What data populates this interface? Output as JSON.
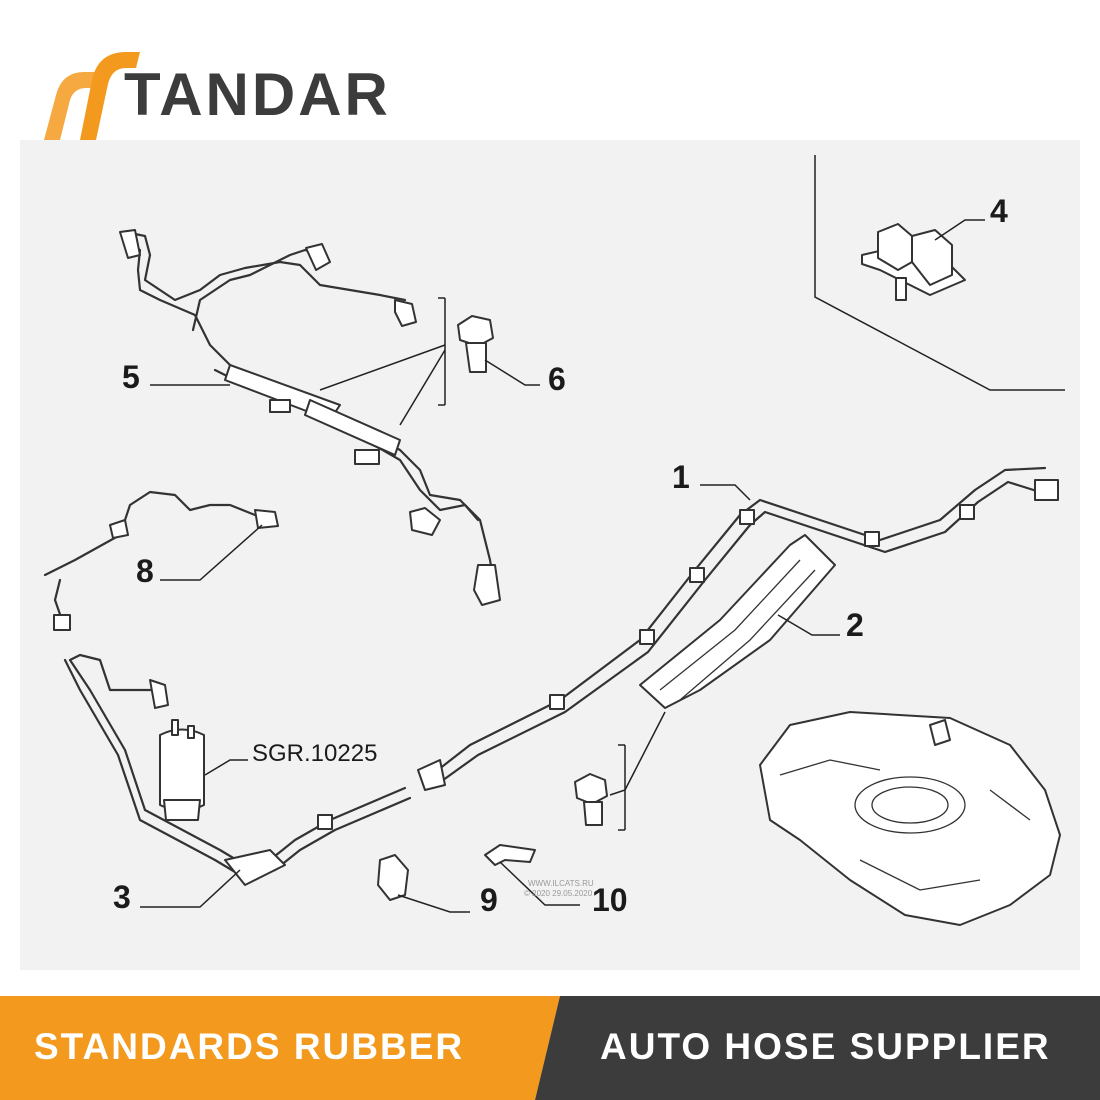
{
  "brand": {
    "name": "TANDAR",
    "logo_colors": {
      "accent": "#f39a1e",
      "dark": "#3c3c3c"
    }
  },
  "diagram": {
    "callouts": {
      "c1": "1",
      "c2": "2",
      "c3": "3",
      "c4": "4",
      "c5": "5",
      "c6": "6",
      "c8": "8",
      "c9": "9",
      "c10": "10"
    },
    "part_code": "SGR.10225",
    "watermark_line1": "WWW.ILCATS.RU",
    "watermark_line2": "© 2020 29.05.2020"
  },
  "banner": {
    "left_text": "STANDARDS RUBBER",
    "right_text": "AUTO HOSE SUPPLIER",
    "left_color": "#f39a1e",
    "right_color": "#3c3c3c"
  }
}
